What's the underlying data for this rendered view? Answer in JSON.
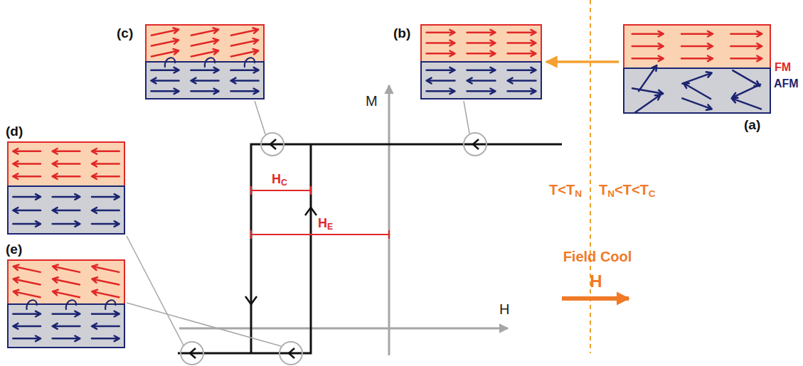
{
  "diagram": {
    "nodes": [
      {
        "text": [
          "(c)"
        ]
      },
      {
        "text": [
          "(b)"
        ]
      },
      {
        "text": [
          "(a)"
        ]
      },
      {
        "text": [
          "(d)"
        ]
      },
      {
        "text": [
          "(e)"
        ]
      }
    ],
    "edges": [
      {
        "from": 2,
        "to": 1,
        "arrow": "to"
      }
    ],
    "labels": [
      "FM",
      "AFM",
      "M",
      "H",
      "HC",
      "HE",
      "T<TN",
      "TN<T<TC",
      "Field Cool",
      "H"
    ]
  }
}
